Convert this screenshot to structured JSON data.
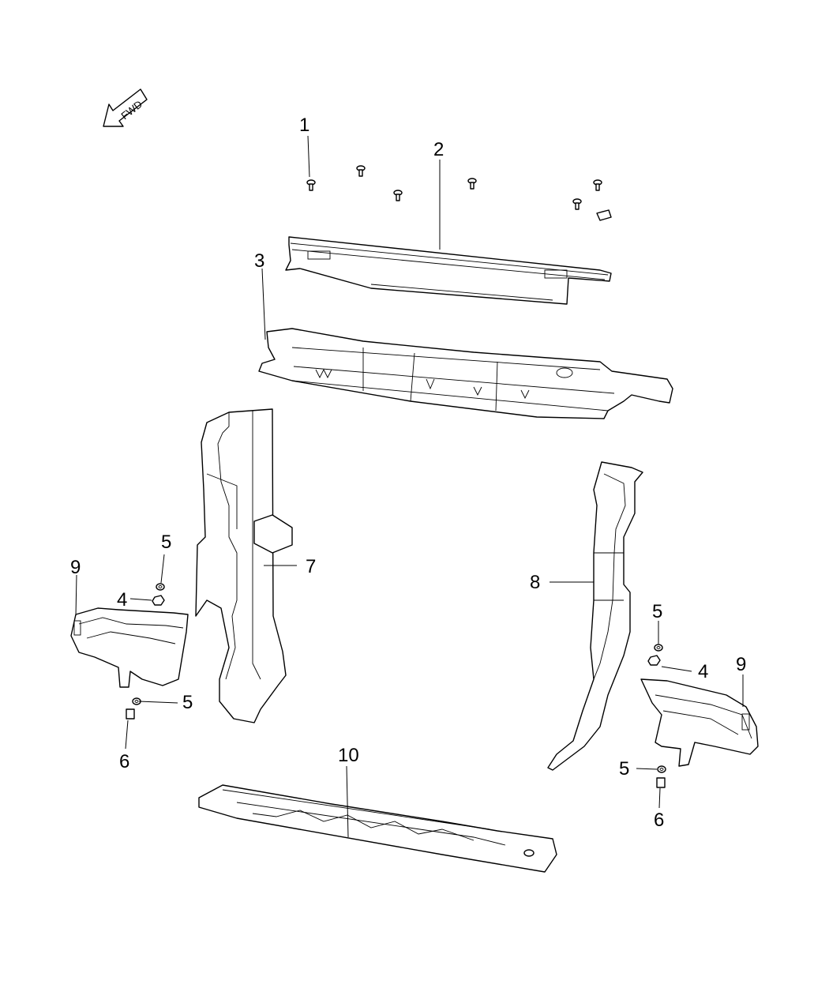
{
  "direction_indicator": {
    "label": "FWD",
    "icon": "forward-arrow-icon"
  },
  "callouts": {
    "c1": "1",
    "c2": "2",
    "c3": "3",
    "c4a": "4",
    "c4b": "4",
    "c5a": "5",
    "c5b": "5",
    "c5c": "5",
    "c5d": "5",
    "c6a": "6",
    "c6b": "6",
    "c7": "7",
    "c8": "8",
    "c9a": "9",
    "c9b": "9",
    "c10": "10"
  }
}
